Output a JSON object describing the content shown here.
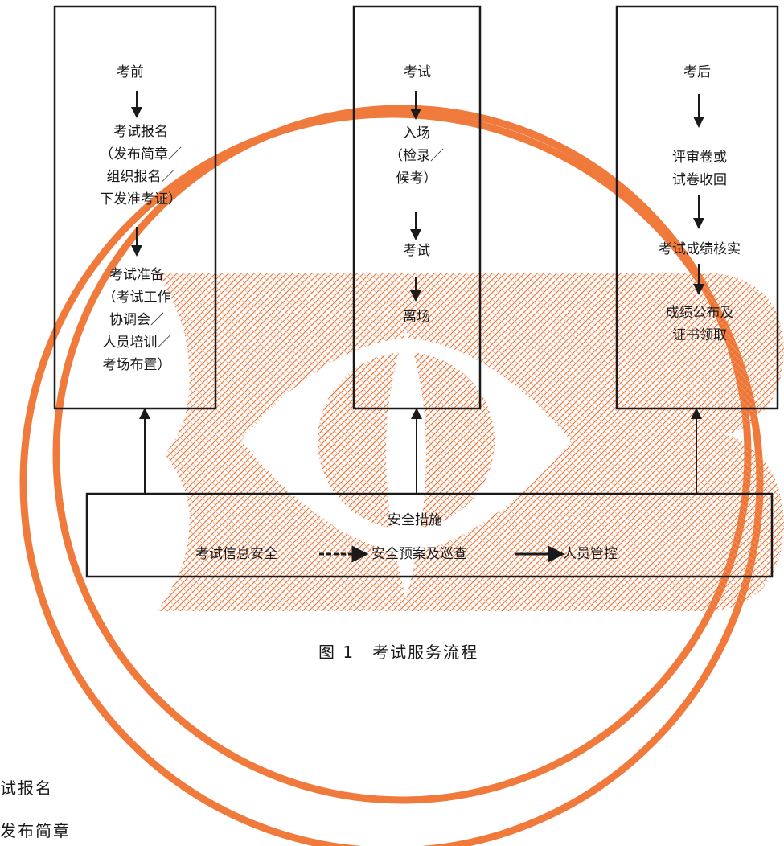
{
  "colors": {
    "logo_orange": "#f07a3c",
    "pattern_orange": "#e9692a",
    "stroke": "#1a1a1a"
  },
  "columns": [
    {
      "heading": "考前",
      "steps": [
        "考试报名",
        "（发布简章／",
        "组织报名／",
        "下发准考证）"
      ],
      "steps2": [
        "考试准备",
        "（考试工作",
        "协调会／",
        "人员培训／",
        "考场布置）"
      ]
    },
    {
      "heading": "考试",
      "steps": [
        "入场",
        "（检录／",
        "候考）"
      ],
      "steps2": [
        "考试"
      ],
      "steps3": [
        "离场"
      ]
    },
    {
      "heading": "考后",
      "steps": [
        "评审卷或",
        "试卷收回"
      ],
      "steps2": [
        "考试成绩核实"
      ],
      "steps3": [
        "成绩公布及",
        "证书领取"
      ]
    }
  ],
  "safety": {
    "title": "安全措施",
    "items": [
      "考试信息安全",
      "安全预案及巡查",
      "人员管控"
    ]
  },
  "figure_caption": "图 1　考试服务流程",
  "tail_text": [
    "试报名",
    "发布简章"
  ],
  "icons": [
    "down-arrow-icon",
    "up-arrow-icon",
    "right-arrow-icon",
    "logo-watermark"
  ]
}
